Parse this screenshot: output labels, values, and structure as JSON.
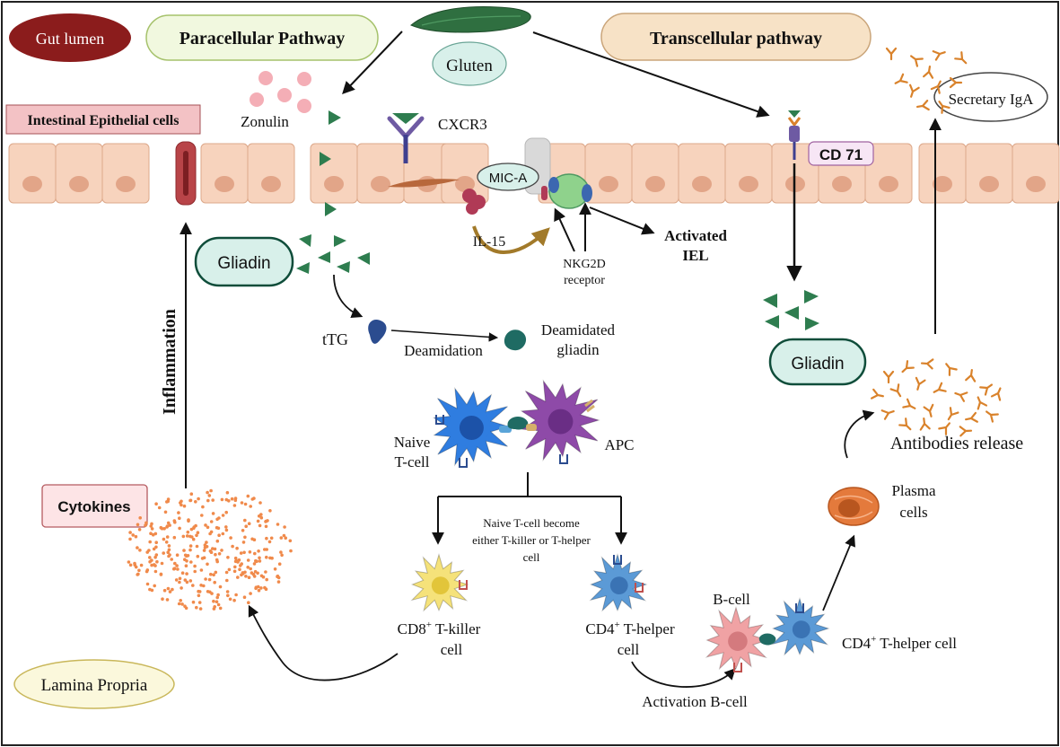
{
  "labels": {
    "gut_lumen": "Gut lumen",
    "paracellular": "Paracellular Pathway",
    "transcellular": "Transcellular pathway",
    "gluten": "Gluten",
    "secretary_iga": "Secretary IgA",
    "zonulin": "Zonulin",
    "intestinal_epithelial": "Intestinal Epithelial cells",
    "cxcr3": "CXCR3",
    "mic_a": "MIC-A",
    "cd71": "CD 71",
    "il15": "IL-15",
    "activated_iel_1": "Activated",
    "activated_iel_2": "IEL",
    "nkg2d_1": "NKG2D",
    "nkg2d_2": "receptor",
    "gliadin_left": "Gliadin",
    "gliadin_right": "Gliadin",
    "ttg": "tTG",
    "deamidation": "Deamidation",
    "deamidated_1": "Deamidated",
    "deamidated_2": "gliadin",
    "inflammation": "Inflammation",
    "naive_1": "Naive",
    "naive_2": "T-cell",
    "apc": "APC",
    "antibodies_release": "Antibodies release",
    "plasma_1": "Plasma",
    "plasma_2": "cells",
    "cytokines": "Cytokines",
    "become_1": "Naive T-cell become",
    "become_2": "either T-killer or T-helper",
    "become_3": "cell",
    "cd8_base": "CD8",
    "cd8_sup": "+",
    "cd8_rest": " T-killer",
    "cd8_line2": "cell",
    "cd4_base": "CD4",
    "cd4_sup": "+",
    "cd4_rest": " T-helper",
    "cd4_line2": "cell",
    "bcell": "B-cell",
    "cd4_right_base": "CD4",
    "cd4_right_sup": "+",
    "cd4_right_rest": " T-helper cell",
    "activation_b": "Activation B-cell",
    "lamina_propria": "Lamina Propria"
  },
  "colors": {
    "gut_lumen_fill": "#8b1c1c",
    "paracellular_fill": "#f1f8df",
    "transcellular_fill": "#f7e2c6",
    "gluten_fill": "#d8f0ea",
    "gliadin_box_fill": "#d8f0ea",
    "epithelial_label_fill": "#f3c2c5",
    "cell_fill": "#f7d3bd",
    "nucleus_fill": "#e2a588",
    "green_triangle": "#2e7d4f",
    "lamina_fill": "#fbf8dc",
    "cytokine_dot": "#f08a4b",
    "antibody": "#d9822b"
  },
  "icons": {
    "gluten_leaf": "gluten-leaf-icon",
    "cxcr3_receptor": "cxcr3-receptor-icon",
    "ttg_enzyme": "ttg-enzyme-icon",
    "antibody": "antibody-icon",
    "t_cell": "t-cell-icon",
    "plasma_cell": "plasma-cell-icon"
  }
}
